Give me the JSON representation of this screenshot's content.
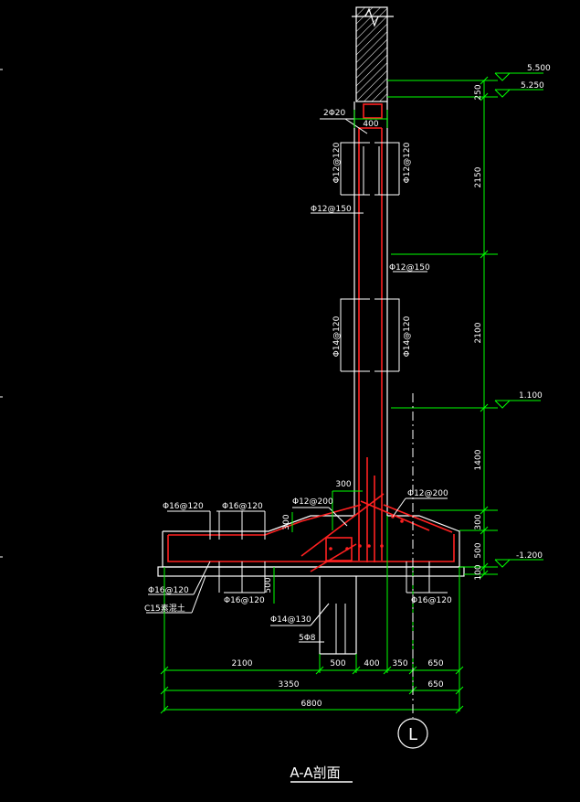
{
  "drawing": {
    "title": "A-A剖面",
    "axis_label": "L",
    "colors": {
      "background": "#000000",
      "outline": "#ffffff",
      "rebar": "#ff2020",
      "dimension": "#00ff00"
    }
  },
  "elevations": {
    "e1": "5.500",
    "e2": "5.250",
    "e3": "1.100",
    "e4": "-1.200"
  },
  "vertical_dims": {
    "d1": "250",
    "d2": "2150",
    "d3": "2100",
    "d4": "1400",
    "d5": "300",
    "d6": "500",
    "d7": "100"
  },
  "horizontal_dims": {
    "top_400": "400",
    "haunch_300": "300",
    "row1": [
      "2100",
      "500",
      "400",
      "350",
      "650"
    ],
    "row2": [
      "3350",
      "650"
    ],
    "row3": [
      "6800"
    ]
  },
  "side_dims": {
    "h300": "300",
    "h500": "500"
  },
  "rebar_labels": {
    "top_bars": "2Φ20",
    "wall_outer_upper": "Φ12@120",
    "wall_inner_upper": "Φ12@120",
    "wall_dist_1": "Φ12@150",
    "wall_dist_2": "Φ12@150",
    "wall_outer_lower": "Φ14@120",
    "wall_inner_lower": "Φ14@120",
    "haunch_left": "Φ12@200",
    "haunch_right": "Φ12@200",
    "heel_top_1": "Φ16@120",
    "heel_top_2": "Φ16@120",
    "heel_bottom": "Φ16@120",
    "heel_bottom_2": "Φ16@120",
    "toe_bottom": "Φ16@120",
    "key_bars": "Φ14@130",
    "key_stirrups": "5Φ8",
    "blinding": "C15素混土"
  }
}
